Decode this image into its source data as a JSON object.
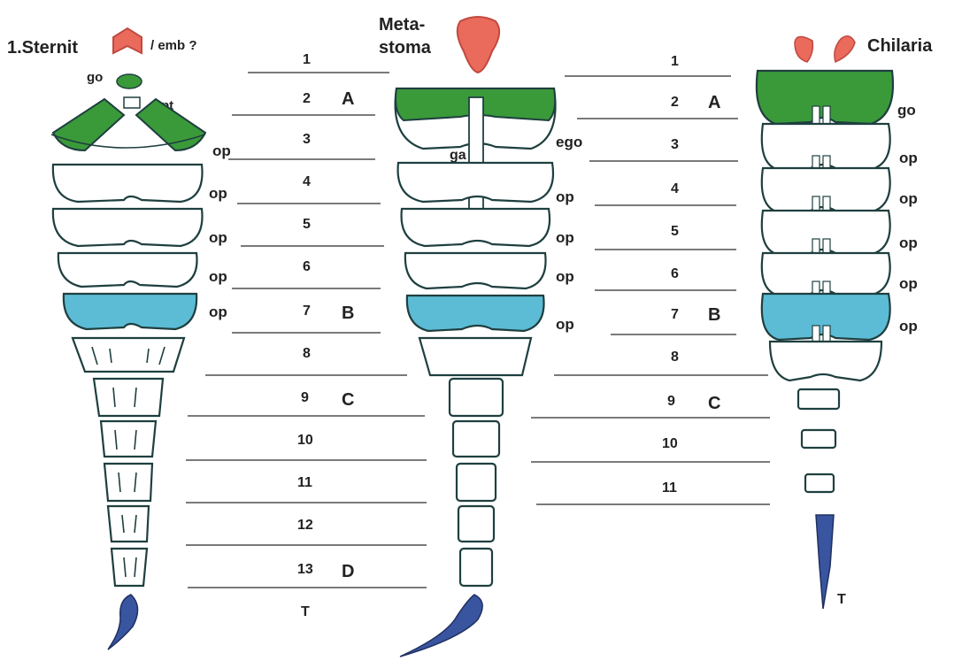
{
  "colors": {
    "green": "#3a9a3a",
    "cyan": "#5cbcd6",
    "red": "#ea6a5c",
    "navy": "#3a55a0",
    "outline": "#1f3f3f"
  },
  "header": {
    "sternit_label": "1.Sternit",
    "emb_label": "/ emb ?",
    "metastoma_line1": "Meta-",
    "metastoma_line2": "stoma",
    "chilaria_label": "Chilaria"
  },
  "left_column": {
    "segment_numbers": [
      "1",
      "2",
      "3",
      "4",
      "5",
      "6",
      "7",
      "8",
      "9",
      "10",
      "11",
      "12",
      "13",
      "T"
    ],
    "region_letters": {
      "A": "A",
      "B": "B",
      "C": "C",
      "D": "D"
    },
    "annotations": {
      "go": "go",
      "pt": "pt",
      "op": "op"
    }
  },
  "middle_figure": {
    "annotations": {
      "ga": "ga",
      "ego": "ego",
      "op": "op"
    }
  },
  "right_column": {
    "segment_numbers": [
      "1",
      "2",
      "3",
      "4",
      "5",
      "6",
      "7",
      "8",
      "9",
      "10",
      "11"
    ],
    "region_letters": {
      "A": "A",
      "B": "B",
      "C": "C"
    }
  },
  "right_figure": {
    "annotations": {
      "go": "go",
      "op": "op",
      "T": "T"
    }
  }
}
